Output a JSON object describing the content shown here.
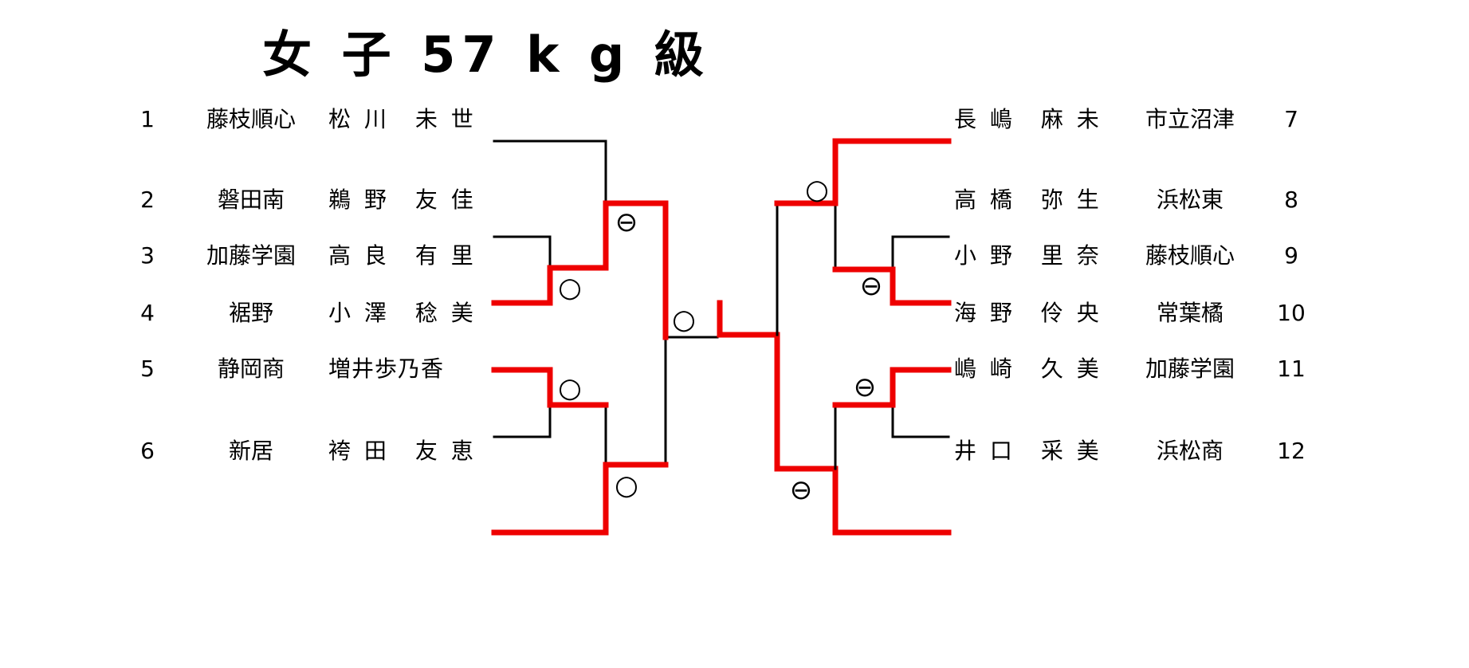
{
  "title": "女 子 57 k g 級",
  "colors": {
    "win": "#ee0000",
    "line": "#000000"
  },
  "left": [
    {
      "seed": "1",
      "school": "藤枝順心",
      "name": "松 川　未 世"
    },
    {
      "seed": "2",
      "school": "磐田南",
      "name": "鵜 野　友 佳"
    },
    {
      "seed": "3",
      "school": "加藤学園",
      "name": "高 良　有 里"
    },
    {
      "seed": "4",
      "school": "裾野",
      "name": "小 澤　稔 美"
    },
    {
      "seed": "5",
      "school": "静岡商",
      "name": "増井歩乃香"
    },
    {
      "seed": "6",
      "school": "新居",
      "name": "袴 田　友 恵"
    }
  ],
  "right": [
    {
      "seed": "7",
      "school": "市立沼津",
      "name": "長 嶋　麻 未"
    },
    {
      "seed": "8",
      "school": "浜松東",
      "name": "高 橋　弥 生"
    },
    {
      "seed": "9",
      "school": "藤枝順心",
      "name": "小 野　里 奈"
    },
    {
      "seed": "10",
      "school": "常葉橘",
      "name": "海 野　伶 央"
    },
    {
      "seed": "11",
      "school": "加藤学園",
      "name": "嶋 崎　久 美"
    },
    {
      "seed": "12",
      "school": "浜松商",
      "name": "井 口　采 美"
    }
  ],
  "marks": {
    "ippon": "○",
    "waza": "⊖"
  }
}
